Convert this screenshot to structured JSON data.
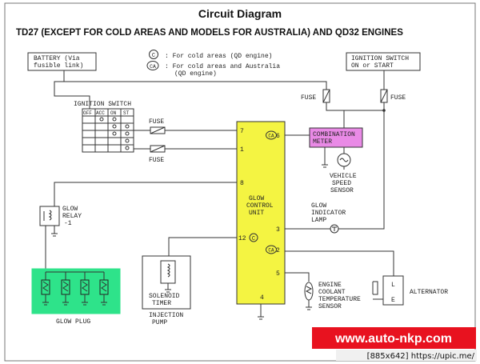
{
  "title": "Circuit Diagram",
  "subtitle": "TD27 (EXCEPT FOR COLD AREAS AND MODELS FOR AUSTRALIA) AND QD32 ENGINES",
  "legend": {
    "c_symbol": "C",
    "c_text": ": For cold areas (QD engine)",
    "ca_symbol": "CA",
    "ca_text_1": ": For cold areas and Australia",
    "ca_text_2": "(QD engine)"
  },
  "battery": {
    "line1": "BATTERY (Via",
    "line2": "fusible link)"
  },
  "ign_on_start": {
    "line1": "IGNITION SWITCH",
    "line2": "ON or START"
  },
  "ignition_switch": {
    "label": "IGNITION SWITCH",
    "cols": [
      "OFF",
      "ACC",
      "ON",
      "ST"
    ]
  },
  "fuse_label": "FUSE",
  "glow_relay": {
    "line1": "GLOW",
    "line2": "RELAY",
    "line3": "-1"
  },
  "glow_plug": "GLOW PLUG",
  "solenoid": {
    "line1": "SOLENOID",
    "line2": "TIMER"
  },
  "injection": {
    "line1": "INJECTION",
    "line2": "PUMP"
  },
  "gcu": {
    "line1": "GLOW",
    "line2": "CONTROL",
    "line3": "UNIT",
    "pin7": "7",
    "pin1": "1",
    "pin8": "8",
    "pin12": "12",
    "pin6": "6",
    "pin3": "3",
    "pin2": "2",
    "pin5": "5",
    "pin4": "4"
  },
  "combination_meter": {
    "line1": "COMBINATION",
    "line2": "METER"
  },
  "vss": {
    "line1": "VEHICLE",
    "line2": "SPEED",
    "line3": "SENSOR"
  },
  "glow_lamp": {
    "line1": "GLOW",
    "line2": "INDICATOR",
    "line3": "LAMP"
  },
  "coolant": {
    "line1": "ENGINE",
    "line2": "COOLANT",
    "line3": "TEMPERATURE",
    "line4": "SENSOR"
  },
  "alternator": {
    "label": "ALTERNATOR",
    "pin_l": "L",
    "pin_e": "E"
  },
  "watermark": "www.auto-nkp.com",
  "size_note": "[885x642] https://upic.me/",
  "colors": {
    "gcu": "#f4f442",
    "meter": "#e98ae6",
    "glow_plug": "#2ee38a",
    "watermark_bg": "#e8121f"
  }
}
